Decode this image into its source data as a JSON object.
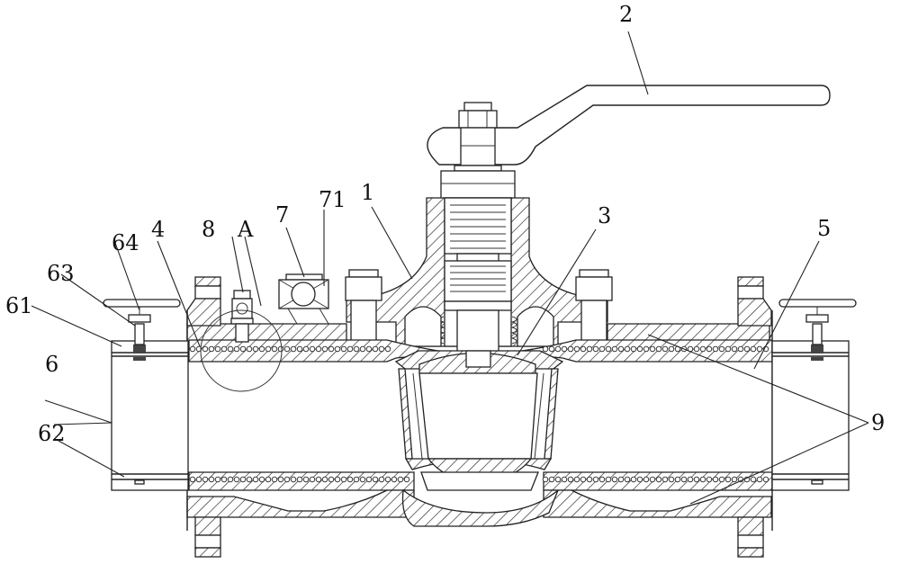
{
  "figure": {
    "title": "Valve assembly cross-section",
    "line_color": "#222222",
    "background": "#ffffff"
  },
  "labels": {
    "body": "1",
    "handle": "2",
    "valve_core": "3",
    "inlet_pipe": "4",
    "outlet_pipe": "5",
    "connector_sleeve": "6",
    "sleeve_upper_ring": "61",
    "sleeve_lower_ring": "62",
    "screw": "63",
    "screw_handwheel": "64",
    "side_valve": "7",
    "side_valve_ball": "71",
    "pressure_plug": "8",
    "detail_view": "A",
    "liner": "9"
  }
}
